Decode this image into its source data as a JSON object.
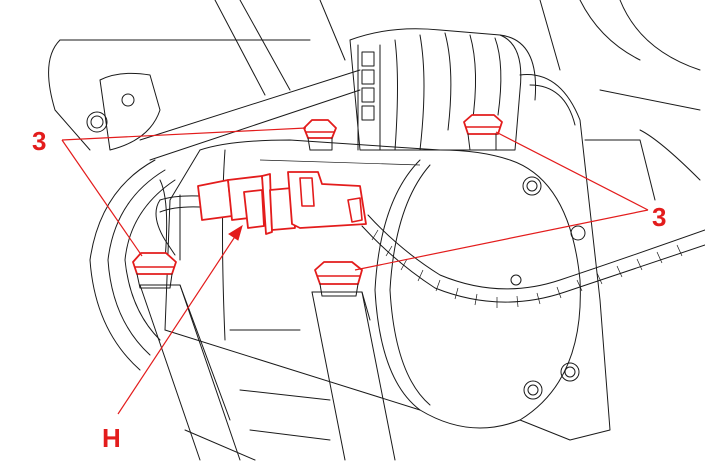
{
  "diagram": {
    "callouts": {
      "bolt_label_left": "3",
      "bolt_label_right": "3",
      "connector_label": "H"
    },
    "colors": {
      "highlight": "#e31c1c",
      "linework": "#1a1a1a",
      "background": "#ffffff"
    }
  }
}
